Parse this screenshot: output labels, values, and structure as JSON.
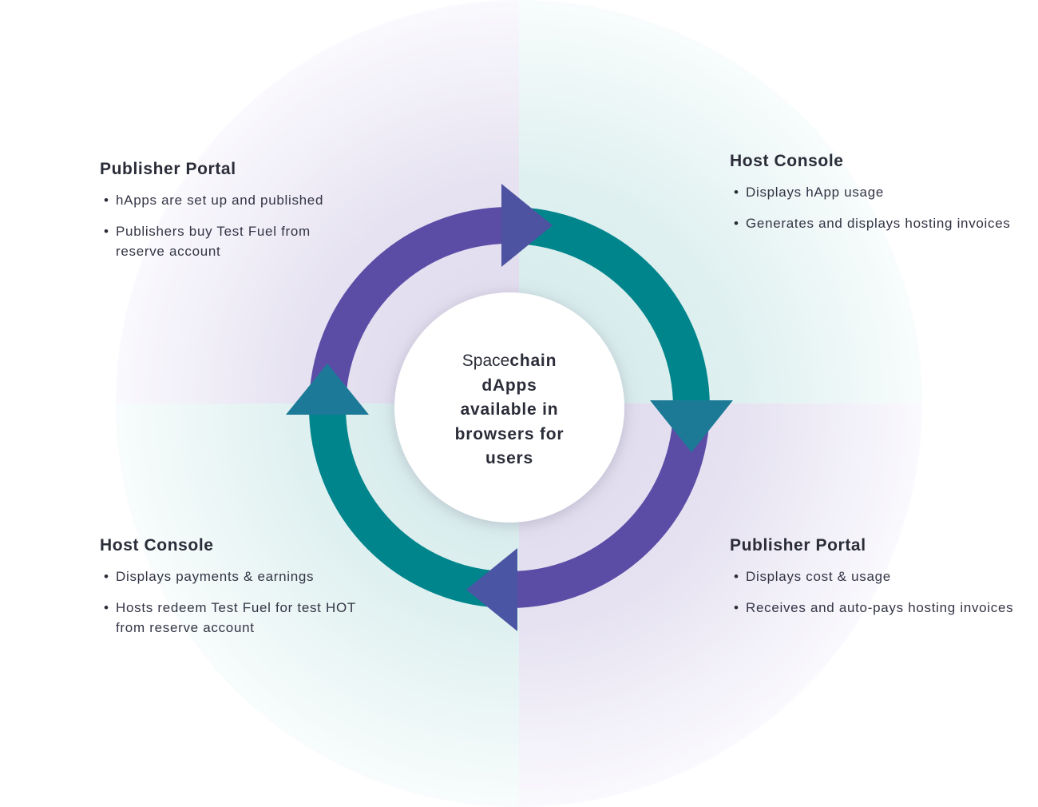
{
  "center": {
    "brand_light": "Space",
    "brand_bold": "chain",
    "lines": [
      "dApps",
      "available in",
      "browsers for",
      "users"
    ]
  },
  "quadrants": {
    "top_left": {
      "title": "Publisher Portal",
      "bullets": [
        "hApps are set up and published",
        "Publishers buy Test Fuel from reserve account"
      ]
    },
    "top_right": {
      "title": "Host Console",
      "bullets": [
        "Displays hApp usage",
        "Generates and displays hosting invoices"
      ]
    },
    "bottom_left": {
      "title": "Host Console",
      "bullets": [
        "Displays payments & earnings",
        "Hosts redeem Test Fuel for test HOT from reserve account"
      ]
    },
    "bottom_right": {
      "title": "Publisher Portal",
      "bullets": [
        "Displays cost & usage",
        "Receives and auto-pays hosting invoices"
      ]
    }
  },
  "colors": {
    "purple": "#5b4ca6",
    "teal": "#01858c",
    "purple_bg": "#e4dff0",
    "teal_bg": "#d9ecec"
  }
}
